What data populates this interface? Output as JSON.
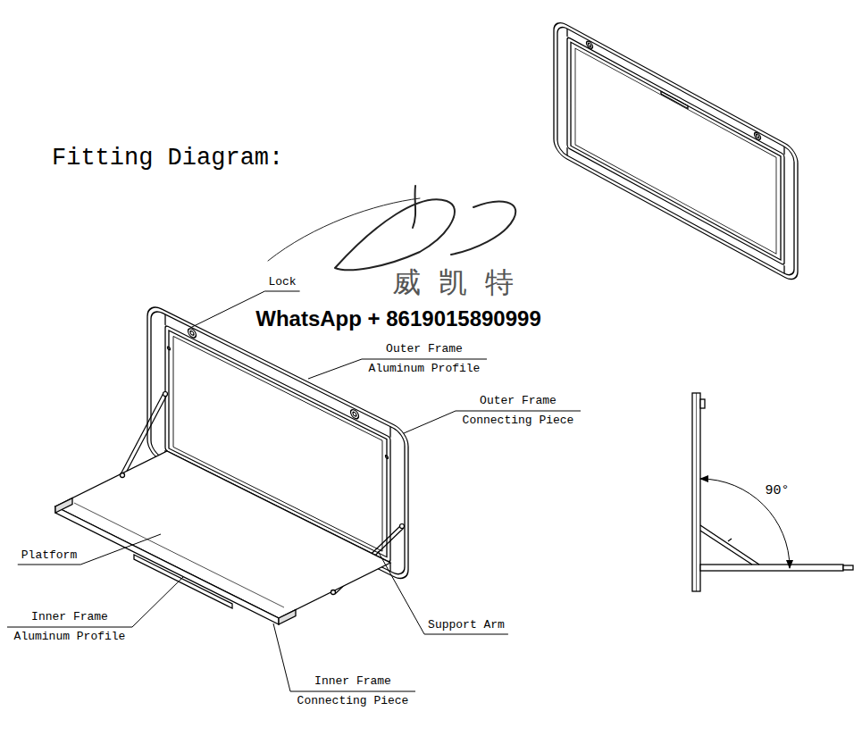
{
  "diagram": {
    "title": "Fitting Diagram:",
    "labels": [
      "Lock",
      "Outer Frame Aluminum Profile",
      "Outer Frame Connecting Piece",
      "Platform",
      "Inner Frame Aluminum Profile",
      "Support Arm",
      "Inner Frame Connecting Piece",
      "90°",
      "威凯特",
      "WhatsApp + 8619015890999"
    ]
  }
}
